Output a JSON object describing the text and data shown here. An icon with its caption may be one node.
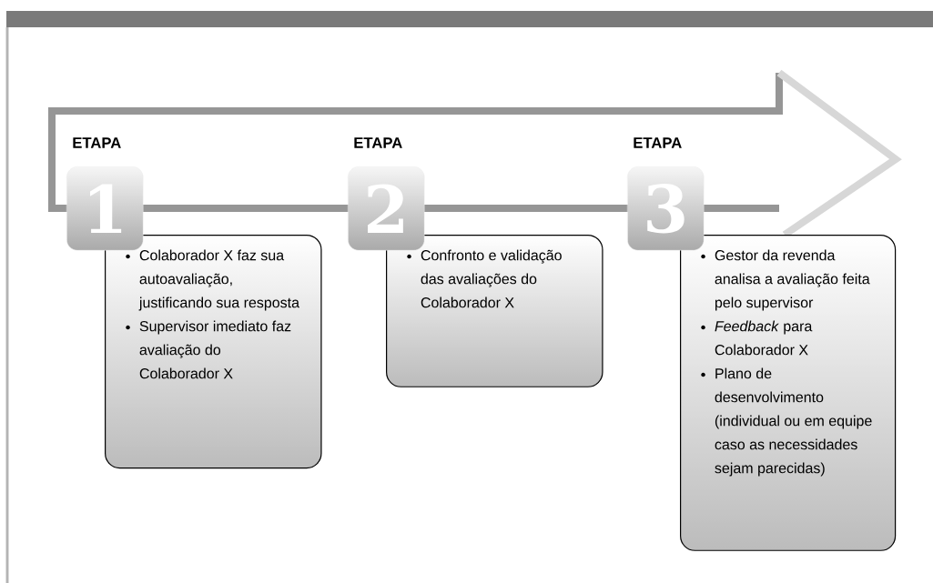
{
  "diagram": {
    "nodes": [
      {
        "text": [
          "ETAPA",
          "1"
        ]
      },
      {
        "text": [
          "Colaborador X faz sua autoavaliação, justificando sua resposta",
          "Supervisor imediato faz avaliação do Colaborador X"
        ]
      },
      {
        "text": [
          "ETAPA",
          "2"
        ]
      },
      {
        "text": [
          "Confronto e validação das avaliações do Colaborador X"
        ]
      },
      {
        "text": [
          "ETAPA",
          "3"
        ]
      },
      {
        "text": [
          "Gestor da revenda analisa a avaliação feita pelo supervisor",
          "*Feedback* para Colaborador X",
          "Plano de desenvolvimento (individual ou em equipe caso as necessidades sejam parecidas)"
        ]
      }
    ]
  }
}
